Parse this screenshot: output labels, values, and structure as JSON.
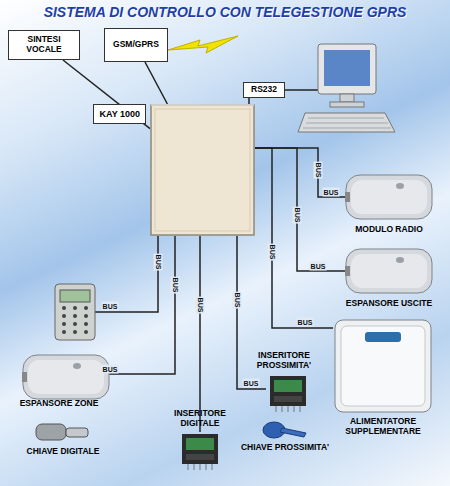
{
  "diagram": {
    "title": "SISTEMA DI CONTROLLO CON TELEGESTIONE GPRS",
    "nodes": [
      {
        "text": [
          "SINTESI VOCALE"
        ]
      },
      {
        "text": [
          "GSM/GPRS"
        ]
      },
      {
        "text": [
          "KAY 1000"
        ]
      },
      {
        "text": [
          "RS232"
        ]
      },
      {
        "text": [
          "MODULO RADIO"
        ]
      },
      {
        "text": [
          "ESPANSORE USCITE"
        ]
      },
      {
        "text": [
          "INSERITORE PROSSIMITA'"
        ]
      },
      {
        "text": [
          "ALIMENTATORE SUPPLEMENTARE"
        ]
      },
      {
        "text": [
          "ESPANSORE ZONE"
        ]
      },
      {
        "text": [
          "INSERITORE DIGITALE"
        ]
      },
      {
        "text": [
          "CHIAVE PROSSIMITA'"
        ]
      },
      {
        "text": [
          "CHIAVE DIGITALE"
        ]
      }
    ],
    "edges": [
      {
        "from": 0,
        "to": 2,
        "arrow": "none"
      },
      {
        "from": 1,
        "to": 2,
        "arrow": "none"
      },
      {
        "from": 2,
        "to": 3,
        "arrow": "none"
      },
      {
        "from": 2,
        "to": 4,
        "label": "BUS",
        "arrow": "none"
      },
      {
        "from": 2,
        "to": 5,
        "label": "BUS",
        "arrow": "none"
      },
      {
        "from": 2,
        "to": 7,
        "label": "BUS",
        "arrow": "none"
      },
      {
        "from": 2,
        "to": 6,
        "label": "BUS",
        "arrow": "none"
      },
      {
        "from": 2,
        "to": 8,
        "label": "BUS",
        "arrow": "none"
      },
      {
        "from": 2,
        "to": 9,
        "label": "BUS",
        "arrow": "none"
      }
    ],
    "labels": [
      "BUS",
      "BUS",
      "BUS",
      "BUS",
      "BUS",
      "BUS",
      "BUS"
    ]
  }
}
